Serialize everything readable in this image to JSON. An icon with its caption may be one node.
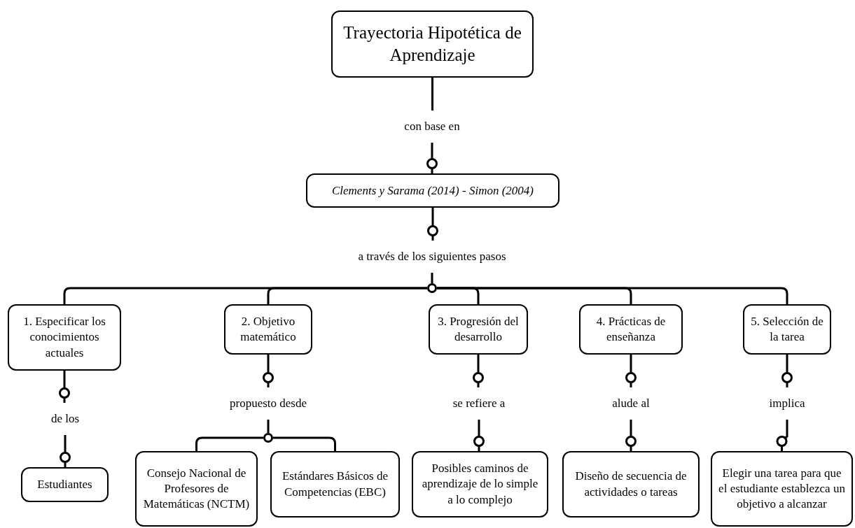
{
  "diagram": {
    "nodes": [
      {
        "text": [
          "Trayectoria Hipotética de Aprendizaje"
        ]
      },
      {
        "text": [
          "con base en"
        ]
      },
      {
        "text": [
          "Clements y Sarama (2014) - Simon (2004)"
        ]
      },
      {
        "text": [
          "a través de los siguientes pasos"
        ]
      },
      {
        "text": [],
        "shape": "circle"
      },
      {
        "text": [
          "1. Especificar los conocimientos actuales"
        ]
      },
      {
        "text": [
          "2. Objetivo matemático"
        ]
      },
      {
        "text": [
          "3. Progresión del desarrollo"
        ]
      },
      {
        "text": [
          "4. Prácticas de enseñanza"
        ]
      },
      {
        "text": [
          "5. Selección de la tarea"
        ]
      },
      {
        "text": [
          "de los"
        ]
      },
      {
        "text": [
          "propuesto desde"
        ]
      },
      {
        "text": [
          "se refiere a"
        ]
      },
      {
        "text": [
          "alude al"
        ]
      },
      {
        "text": [
          "implica"
        ]
      },
      {
        "text": [
          "Estudiantes"
        ]
      },
      {
        "text": [],
        "shape": "circle"
      },
      {
        "text": [
          "Consejo Nacional de Profesores de Matemáticas (NCTM)"
        ]
      },
      {
        "text": [
          "Estándares Básicos de Competencias (EBC)"
        ]
      },
      {
        "text": [
          "Posibles caminos de aprendizaje de lo simple a lo complejo"
        ]
      },
      {
        "text": [
          "Diseño de secuencia de actividades o tareas"
        ]
      },
      {
        "text": [
          "Elegir una tarea para que el estudiante establezca un objetivo a alcanzar"
        ]
      }
    ],
    "edges": [
      {
        "from": 0,
        "to": 1,
        "arrow": "none"
      },
      {
        "from": 1,
        "to": 2,
        "arrow": "other"
      },
      {
        "from": 2,
        "to": 3,
        "arrow": "other"
      },
      {
        "from": 3,
        "to": 4,
        "arrow": "none"
      },
      {
        "from": 4,
        "to": 5,
        "arrow": "none"
      },
      {
        "from": 4,
        "to": 6,
        "arrow": "none"
      },
      {
        "from": 4,
        "to": 7,
        "arrow": "none"
      },
      {
        "from": 4,
        "to": 8,
        "arrow": "none"
      },
      {
        "from": 4,
        "to": 9,
        "arrow": "none"
      },
      {
        "from": 5,
        "to": 10,
        "arrow": "other"
      },
      {
        "from": 6,
        "to": 11,
        "arrow": "other"
      },
      {
        "from": 7,
        "to": 12,
        "arrow": "other"
      },
      {
        "from": 8,
        "to": 13,
        "arrow": "other"
      },
      {
        "from": 9,
        "to": 14,
        "arrow": "other"
      },
      {
        "from": 10,
        "to": 15,
        "arrow": "other"
      },
      {
        "from": 11,
        "to": 16,
        "arrow": "none"
      },
      {
        "from": 16,
        "to": 17,
        "arrow": "none"
      },
      {
        "from": 16,
        "to": 18,
        "arrow": "none"
      },
      {
        "from": 12,
        "to": 19,
        "arrow": "other"
      },
      {
        "from": 13,
        "to": 20,
        "arrow": "other"
      },
      {
        "from": 14,
        "to": 21,
        "arrow": "other"
      }
    ]
  }
}
